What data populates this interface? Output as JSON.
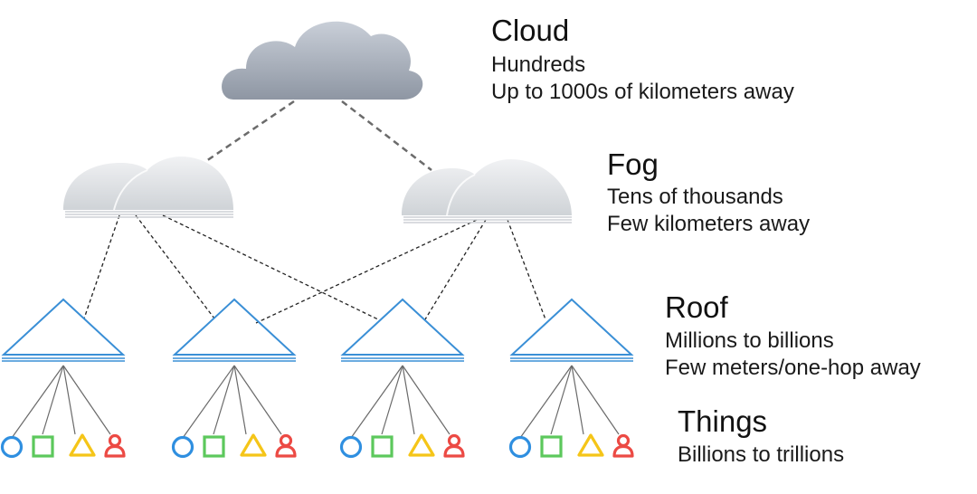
{
  "tiers": {
    "cloud": {
      "title": "Cloud",
      "count": "Hundreds",
      "distance": "Up to 1000s of kilometers away"
    },
    "fog": {
      "title": "Fog",
      "count": "Tens of thousands",
      "distance": "Few kilometers away"
    },
    "roof": {
      "title": "Roof",
      "count": "Millions to billions",
      "distance": "Few meters/one-hop away"
    },
    "things": {
      "title": "Things",
      "count": "Billions to trillions"
    }
  },
  "device_icons": [
    "circle-icon",
    "square-icon",
    "triangle-icon",
    "person-icon"
  ],
  "colors": {
    "cloud": "#8f97a4",
    "fog": "#d3d6da",
    "roof": "#3a8fd6",
    "circle": "#2f8fe0",
    "square": "#5cc85c",
    "triangle": "#f5c518",
    "person": "#ec4a44",
    "link": "#555555"
  }
}
